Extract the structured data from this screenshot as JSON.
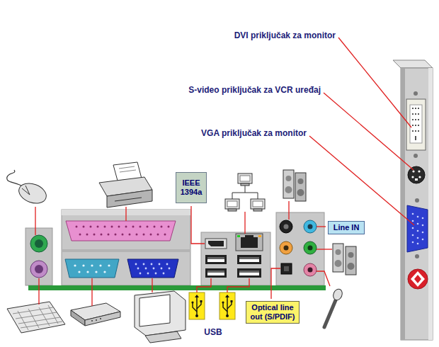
{
  "diagram": {
    "nodes": [
      {
        "text": [
          "IEEE 1394a"
        ]
      },
      {
        "text": [
          "Line IN"
        ]
      },
      {
        "text": [
          "Optical line out (S/PDIF)"
        ]
      }
    ],
    "labels": [
      "DVI priključak za monitor",
      "S-video priključak za VCR uređaj",
      "VGA priključak za monitor",
      "USB"
    ]
  }
}
